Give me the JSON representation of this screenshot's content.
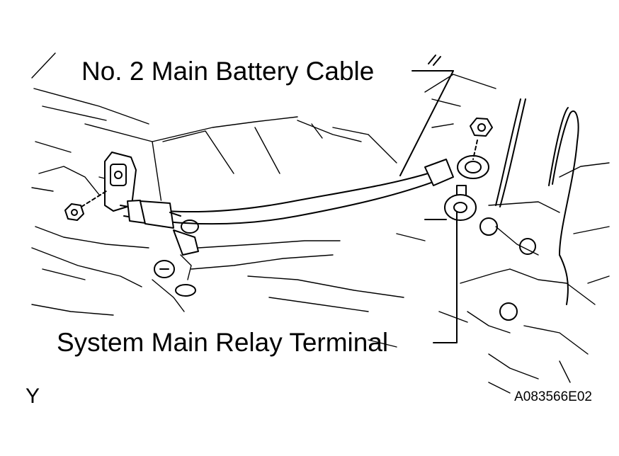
{
  "figure": {
    "callouts": {
      "cable": "No. 2 Main Battery Cable",
      "relay": "System Main Relay Terminal"
    },
    "corner_mark": "Y",
    "figure_id": "A083566E02"
  },
  "colors": {
    "ink": "#000000",
    "paper": "#ffffff"
  }
}
